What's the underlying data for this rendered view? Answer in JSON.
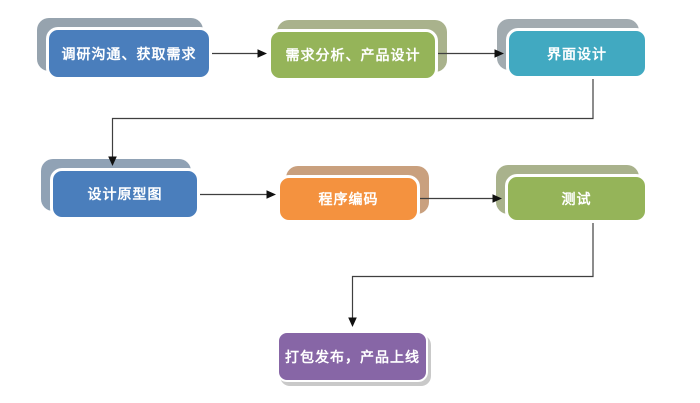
{
  "diagram": {
    "type": "flowchart",
    "background": "#ffffff",
    "line_color": "#3f3f3f",
    "arrowhead_color": "#101010",
    "nodes": [
      {
        "id": "research",
        "label": "调研沟通、获取需求",
        "color": "#4a7ebc",
        "back_color": "#96a3ae",
        "shadow_side": "up-left"
      },
      {
        "id": "analysis",
        "label": "需求分析、产品设计",
        "color": "#95b459",
        "back_color": "#a9b28c",
        "shadow_side": "up-right"
      },
      {
        "id": "ui-design",
        "label": "界面设计",
        "color": "#41a9c1",
        "back_color": "#a2abb0",
        "shadow_side": "up-left"
      },
      {
        "id": "prototype",
        "label": "设计原型图",
        "color": "#4a7ebc",
        "back_color": "#90a2b5",
        "shadow_side": "up-left"
      },
      {
        "id": "coding",
        "label": "程序编码",
        "color": "#f4923f",
        "back_color": "#c9a07e",
        "shadow_side": "up-right"
      },
      {
        "id": "testing",
        "label": "测试",
        "color": "#95b459",
        "back_color": "#a9b28c",
        "shadow_side": "up-left"
      },
      {
        "id": "release",
        "label": "打包发布，产品上线",
        "color": "#8766a6",
        "back_color": "#c9c9c9",
        "shadow_side": "drop"
      }
    ],
    "edges": [
      {
        "from": "research",
        "to": "analysis",
        "route": "straight"
      },
      {
        "from": "analysis",
        "to": "ui-design",
        "route": "straight"
      },
      {
        "from": "ui-design",
        "to": "prototype",
        "route": "down-left-down"
      },
      {
        "from": "prototype",
        "to": "coding",
        "route": "straight"
      },
      {
        "from": "coding",
        "to": "testing",
        "route": "straight"
      },
      {
        "from": "testing",
        "to": "release",
        "route": "down-left-down"
      }
    ]
  }
}
